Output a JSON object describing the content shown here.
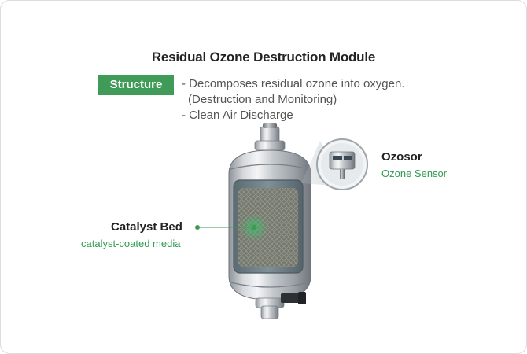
{
  "title": "Residual Ozone Destruction Module",
  "badge": "Structure",
  "description": [
    "- Decomposes residual ozone into oxygen.",
    "(Destruction and Monitoring)",
    "- Clean Air Discharge"
  ],
  "callouts": {
    "sensor": {
      "name": "Ozosor",
      "sub": "Ozone Sensor"
    },
    "catalyst": {
      "name": "Catalyst Bed",
      "sub": "catalyst-coated media"
    }
  },
  "colors": {
    "accent": "#3f9b57",
    "accent_text": "#2f9a52",
    "text": "#222222",
    "muted": "#555555"
  }
}
